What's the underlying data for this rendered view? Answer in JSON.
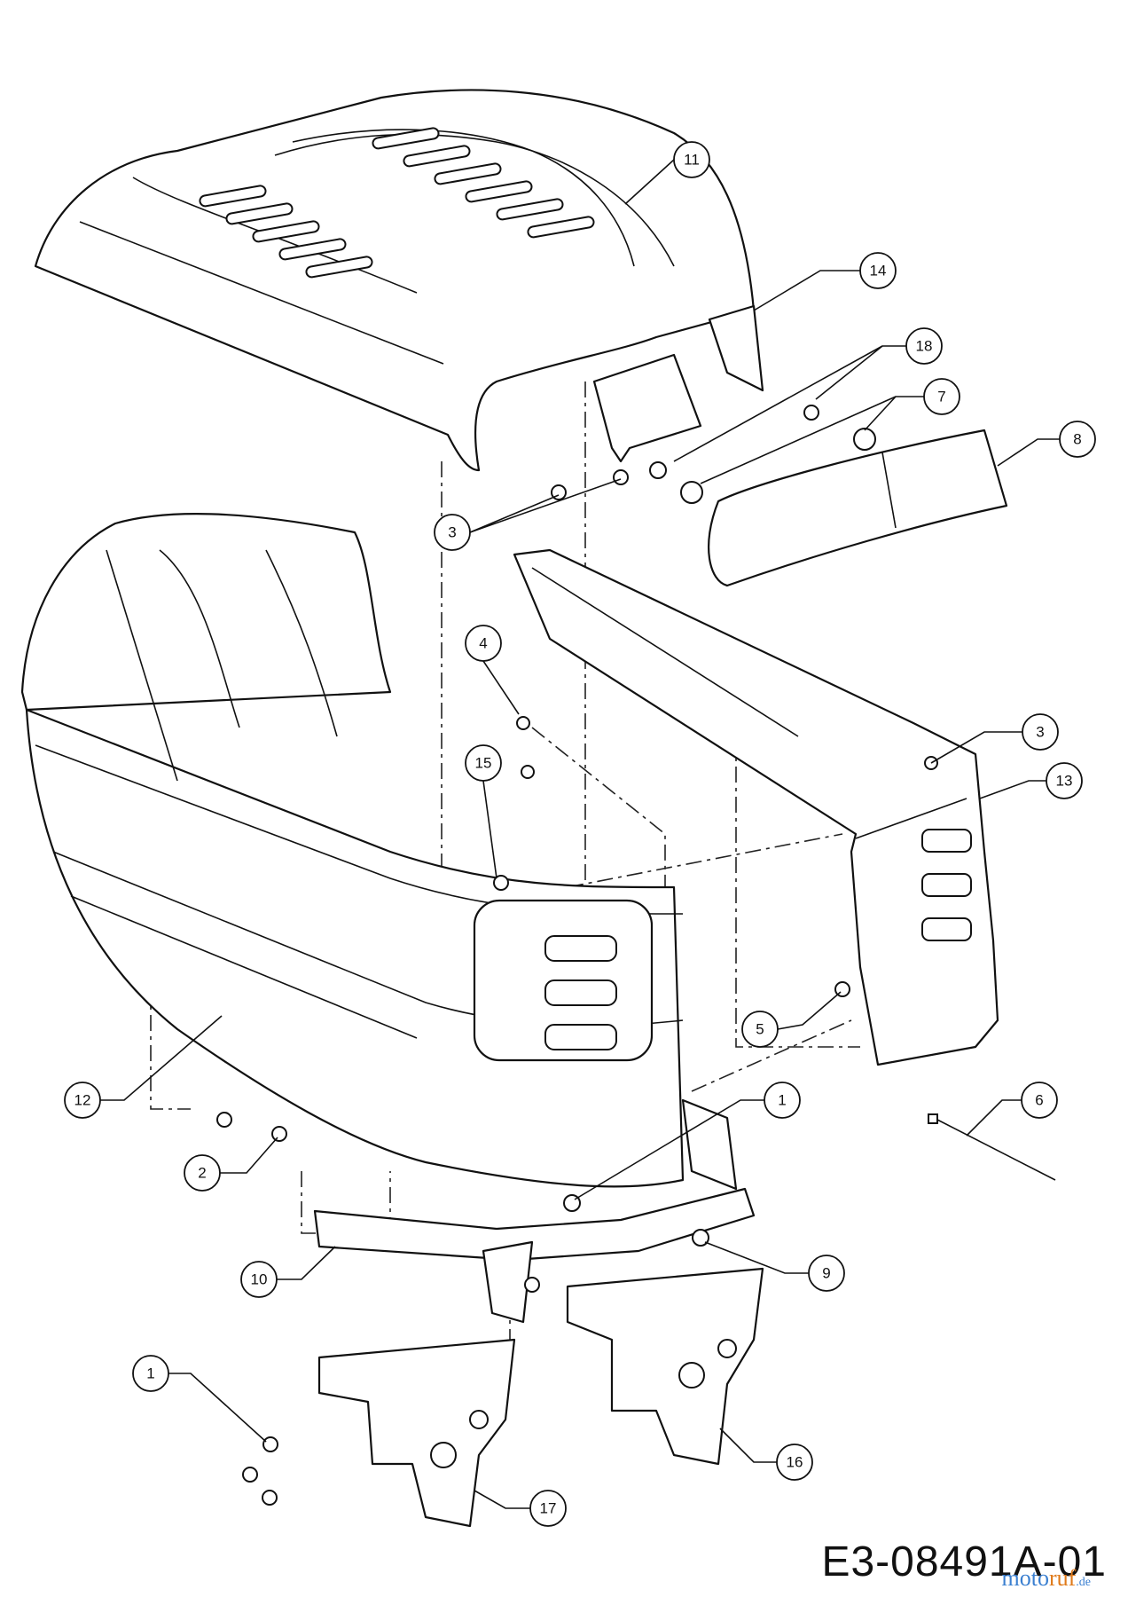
{
  "drawing_number": "E3-08491A-01",
  "watermark": {
    "part1": "moto",
    "part2": "ruf",
    "part3": ".de"
  },
  "callouts": [
    {
      "label": "11"
    },
    {
      "label": "14"
    },
    {
      "label": "18"
    },
    {
      "label": "7"
    },
    {
      "label": "8"
    },
    {
      "label": "3"
    },
    {
      "label": "4"
    },
    {
      "label": "3"
    },
    {
      "label": "15"
    },
    {
      "label": "13"
    },
    {
      "label": "5"
    },
    {
      "label": "12"
    },
    {
      "label": "1"
    },
    {
      "label": "6"
    },
    {
      "label": "2"
    },
    {
      "label": "9"
    },
    {
      "label": "10"
    },
    {
      "label": "1"
    },
    {
      "label": "16"
    },
    {
      "label": "17"
    }
  ]
}
